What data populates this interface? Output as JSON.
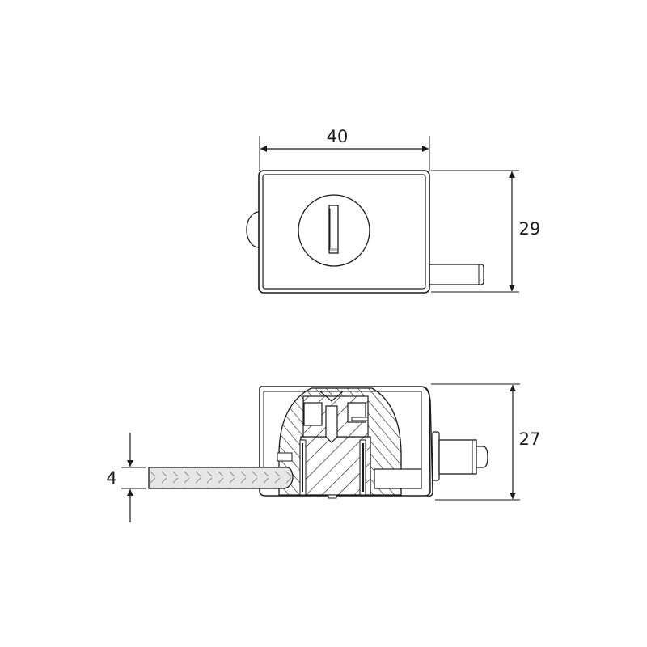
{
  "drawing": {
    "type": "technical-drawing",
    "subject": "glass door lock",
    "views": {
      "front": {
        "width_dim": "40",
        "height_dim": "29"
      },
      "side": {
        "height_dim": "27",
        "glass_thickness_dim": "4"
      }
    },
    "colors": {
      "line": "#1a1a1a",
      "glass_fill": "#e6e6e6",
      "background": "#ffffff"
    }
  }
}
